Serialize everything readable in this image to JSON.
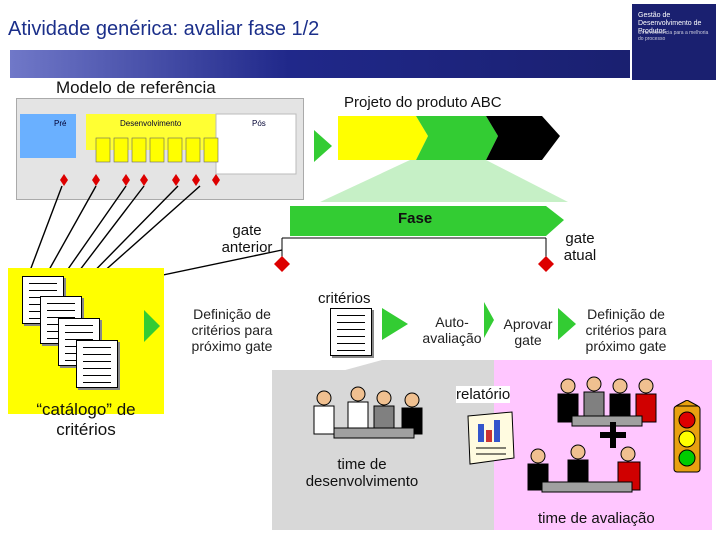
{
  "title": "Atividade genérica: avaliar fase 1/2",
  "logo": {
    "line1": "Gestão de Desenvolvimento de Produtos",
    "line2": "Uma referência para a melhoria do processo"
  },
  "reference_model": {
    "label": "Modelo de referência",
    "phases": [
      "Pré",
      "Desenvolvimento",
      "Pós"
    ]
  },
  "project": {
    "label": "Projeto do produto ABC"
  },
  "phase_label": "Fase",
  "gate_previous": "gate anterior",
  "gate_current": "gate atual",
  "criteria_catalog": "“catálogo” de critérios",
  "define_criteria_left": "Definição de critérios para próximo gate",
  "criteria_label": "critérios",
  "self_assessment": "Auto-avaliação",
  "approve_gate": "Aprovar gate",
  "define_criteria_right": "Definição de critérios para próximo gate",
  "report_label": "relatório",
  "dev_team": "time de desenvolvimento",
  "eval_team": "time de avaliação",
  "colors": {
    "green": "#33cc33",
    "yellow": "#ffff00",
    "pink": "#ffc6ff",
    "navy": "#1a2070",
    "diamond": "#dd0000"
  }
}
